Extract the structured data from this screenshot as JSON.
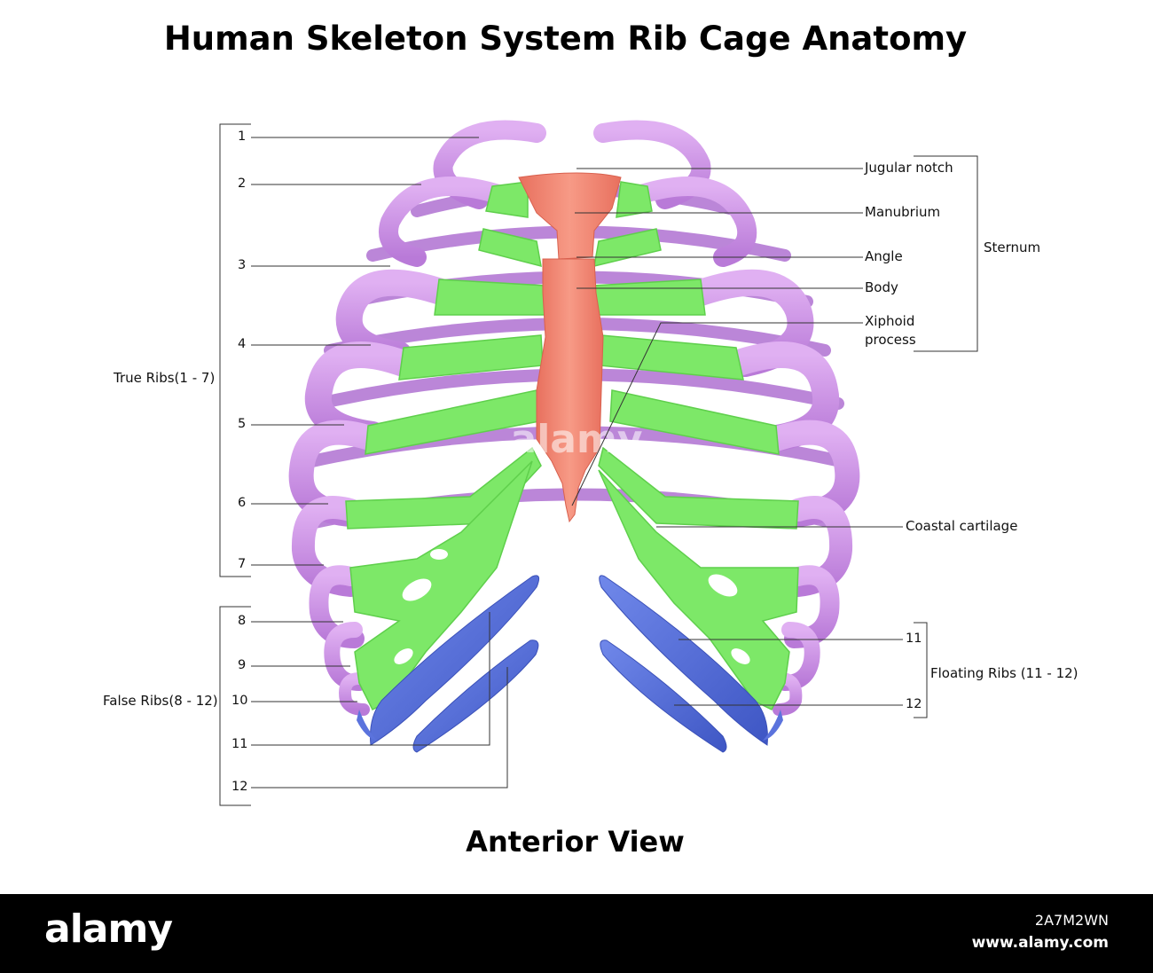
{
  "title": "Human Skeleton System Rib Cage Anatomy",
  "subtitle": "Anterior View",
  "left_labels": {
    "rib_numbers": [
      "1",
      "2",
      "3",
      "4",
      "5",
      "6",
      "7",
      "8",
      "9",
      "10",
      "11",
      "12"
    ],
    "true_ribs": "True Ribs(1 - 7)",
    "false_ribs": "False Ribs(8 - 12)"
  },
  "right_labels": {
    "jugular_notch": "Jugular notch",
    "manubrium": "Manubrium",
    "angle": "Angle",
    "body": "Body",
    "xiphoid_line1": "Xiphoid",
    "xiphoid_line2": "process",
    "sternum": "Sternum",
    "coastal_cartilage": "Coastal cartilage",
    "rib_11": "11",
    "rib_12": "12",
    "floating_ribs": "Floating Ribs (11 - 12)"
  },
  "colors": {
    "rib_bone": "#cf8ce8",
    "rib_bone_dark": "#b479d6",
    "cartilage": "#7de868",
    "sternum": "#f28a78",
    "floating_rib": "#5b73dd",
    "leader_line": "#333333"
  },
  "watermark": "alamy",
  "footer": {
    "brand": "alamy",
    "image_code": "2A7M2WN",
    "website": "www.alamy.com"
  }
}
